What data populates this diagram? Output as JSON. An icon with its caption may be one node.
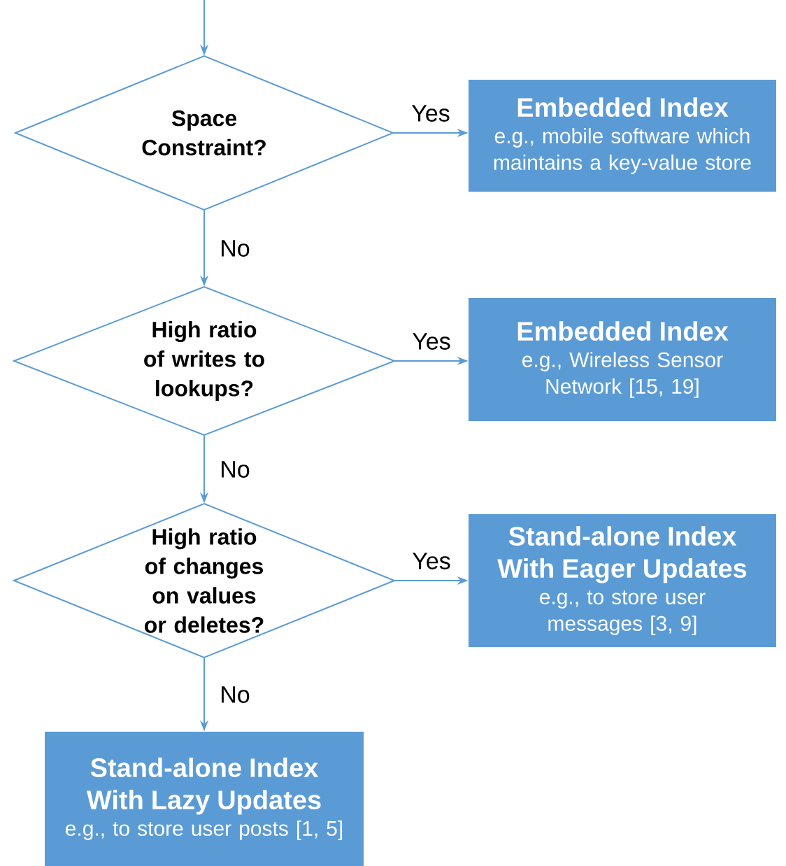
{
  "diagram": {
    "nodes": [
      {
        "text": [
          "Space Constraint?"
        ]
      },
      {
        "text": [
          "Embedded Index",
          "e.g., mobile software which maintains a key-value store"
        ]
      },
      {
        "text": [
          "High ratio of writes to lookups?"
        ]
      },
      {
        "text": [
          "Embedded Index",
          "e.g., Wireless Sensor Network [15, 19]"
        ]
      },
      {
        "text": [
          "High ratio of changes on values or deletes?"
        ]
      },
      {
        "text": [
          "Stand-alone Index With Eager Updates",
          "e.g., to store user messages [3, 9]"
        ]
      },
      {
        "text": [
          "Stand-alone Index With Lazy Updates",
          "e.g., to store user posts [1, 5]"
        ]
      }
    ],
    "edges": [
      {
        "from": null,
        "to": 0,
        "arrow": "to"
      },
      {
        "from": 0,
        "to": 1,
        "arrow": "to",
        "label": "Yes"
      },
      {
        "from": 0,
        "to": 2,
        "arrow": "to",
        "label": "No"
      },
      {
        "from": 2,
        "to": 3,
        "arrow": "to",
        "label": "Yes"
      },
      {
        "from": 2,
        "to": 4,
        "arrow": "to",
        "label": "No"
      },
      {
        "from": 4,
        "to": 5,
        "arrow": "to",
        "label": "Yes"
      },
      {
        "from": 4,
        "to": 6,
        "arrow": "to",
        "label": "No"
      }
    ]
  }
}
